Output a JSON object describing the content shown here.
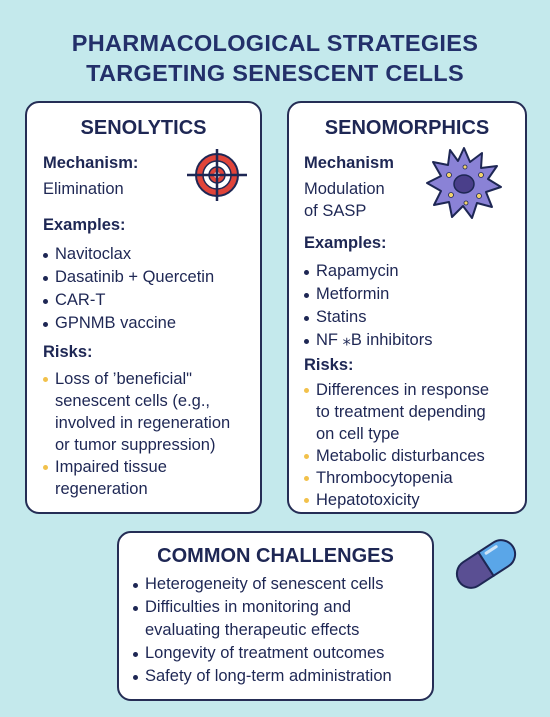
{
  "title": {
    "line1": "PHARMACOLOGICAL STRATEGIES",
    "line2": "TARGETING SENESCENT CELLS"
  },
  "senolytics": {
    "title": "SENOLYTICS",
    "mechanism_label": "Mechanism:",
    "mechanism_text": "Elimination",
    "examples_label": "Examples:",
    "examples": [
      "Navitoclax",
      "Dasatinib + Quercetin",
      "CAR-T",
      "GPNMB vaccine"
    ],
    "risks_label": "Risks:",
    "risks": [
      [
        "Loss of ’beneficial\"",
        "senescent cells (e.g.,",
        "involved in regeneration",
        "or tumor suppression)"
      ],
      [
        "Impaired tissue",
        "regeneration"
      ]
    ],
    "icon": "target-icon"
  },
  "senomorphics": {
    "title": "SENOMORPHICS",
    "mechanism_label": "Mechanism",
    "mechanism_text": [
      "Modulation",
      "of SASP"
    ],
    "examples_label": "Examples:",
    "examples": [
      "Rapamycin",
      "Metformin",
      "Statins",
      "NF ⁎B  inhibitors"
    ],
    "risks_label": "Risks:",
    "risks": [
      [
        "Differences in response",
        "to treatment depending",
        "on cell type"
      ],
      [
        "Metabolic disturbances"
      ],
      [
        "Thrombocytopenia"
      ],
      [
        "Hepatotoxicity"
      ]
    ],
    "icon": "senescent-cell-icon"
  },
  "common": {
    "title": "COMMON CHALLENGES",
    "items": [
      [
        "Heterogeneity of senescent cells"
      ],
      [
        "Difficulties in monitoring and",
        "evaluating therapeutic effects"
      ],
      [
        "Longevity of treatment outcomes"
      ],
      [
        "Safety of long-term administration"
      ]
    ],
    "icon": "capsule-icon"
  },
  "colors": {
    "background": "#c4e9ec",
    "card_border": "#252d55",
    "text": "#1e2754",
    "risk_bullet": "#f2c14b",
    "target_red": "#e0443a",
    "cell_purple": "#8a82d6",
    "capsule_blue": "#5aa6e8",
    "capsule_purple": "#5a4f93"
  }
}
